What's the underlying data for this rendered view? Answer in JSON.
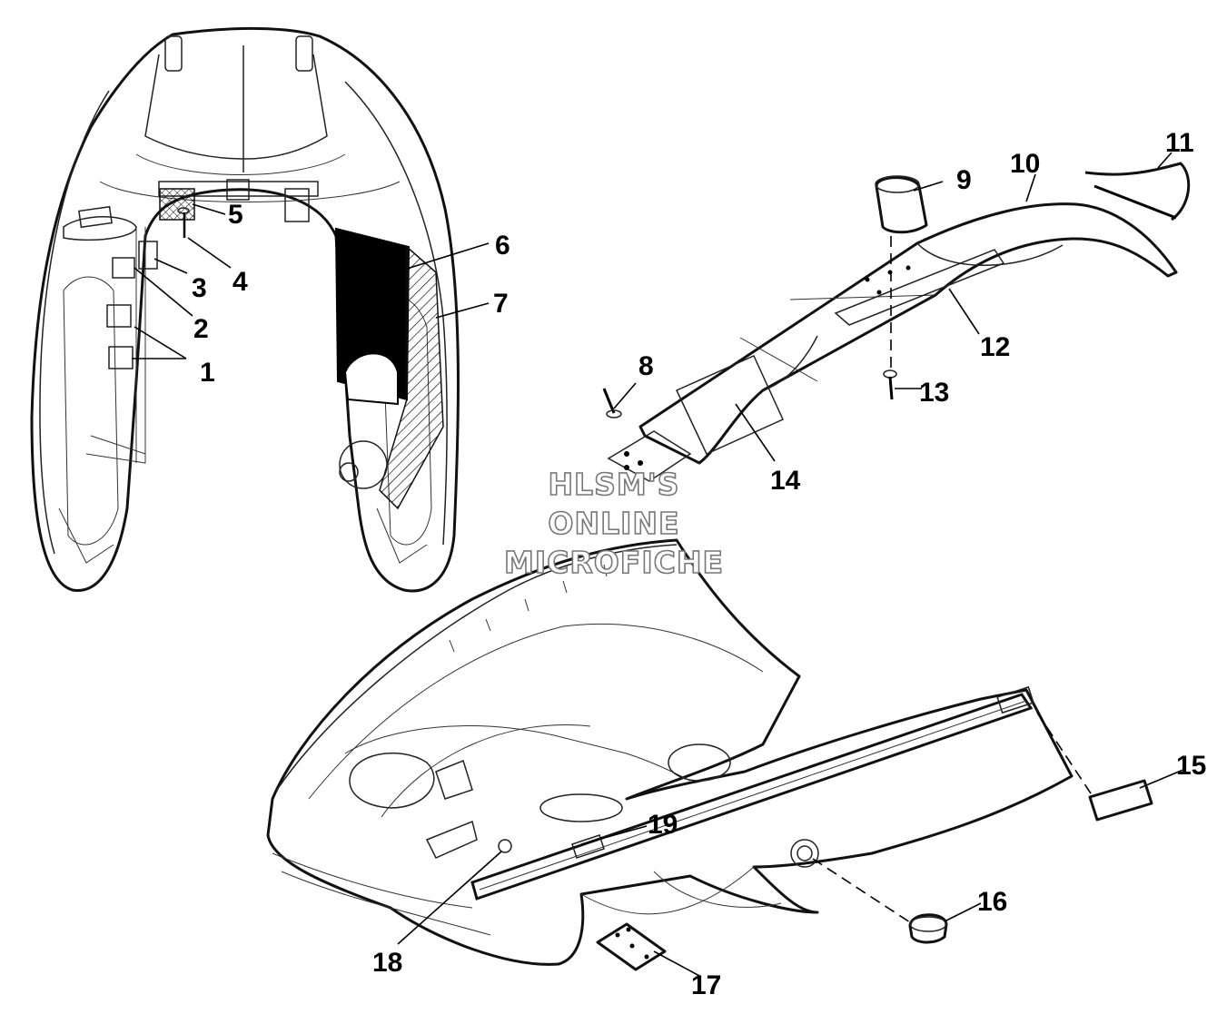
{
  "watermark": {
    "line1": "HLSM'S",
    "line2": "ONLINE",
    "line3": "MICROFICHE"
  },
  "callouts": {
    "c1": "1",
    "c2": "2",
    "c3": "3",
    "c4": "4",
    "c5": "5",
    "c6": "6",
    "c7": "7",
    "c8": "8",
    "c9": "9",
    "c10": "10",
    "c11": "11",
    "c12": "12",
    "c13": "13",
    "c14": "14",
    "c15": "15",
    "c16": "16",
    "c17": "17",
    "c18": "18",
    "c19": "19"
  },
  "colors": {
    "line": "#000000",
    "background": "#ffffff",
    "hatch_fill": "#000000"
  }
}
